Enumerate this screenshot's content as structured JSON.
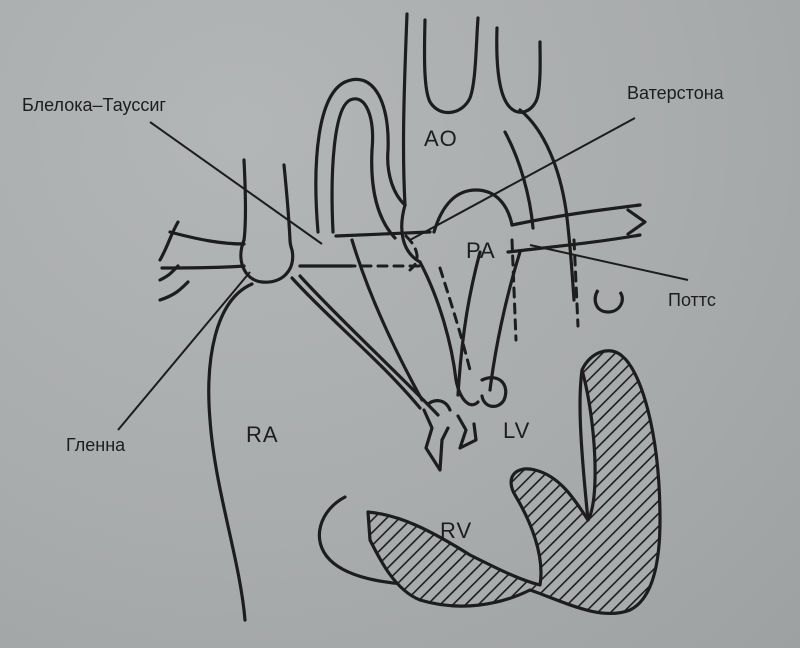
{
  "labels": {
    "blalock_taussig": "Блелока–Таусcиг",
    "waterston": "Ватерстона",
    "potts": "Поттс",
    "glenn": "Гленна"
  },
  "chambers": {
    "ao": "AO",
    "pa": "PA",
    "ra": "RA",
    "lv": "LV",
    "rv": "RV"
  },
  "colors": {
    "ink": "#1d1d1d",
    "paper": "#a9acad",
    "hatch": "#1d1d1d"
  }
}
